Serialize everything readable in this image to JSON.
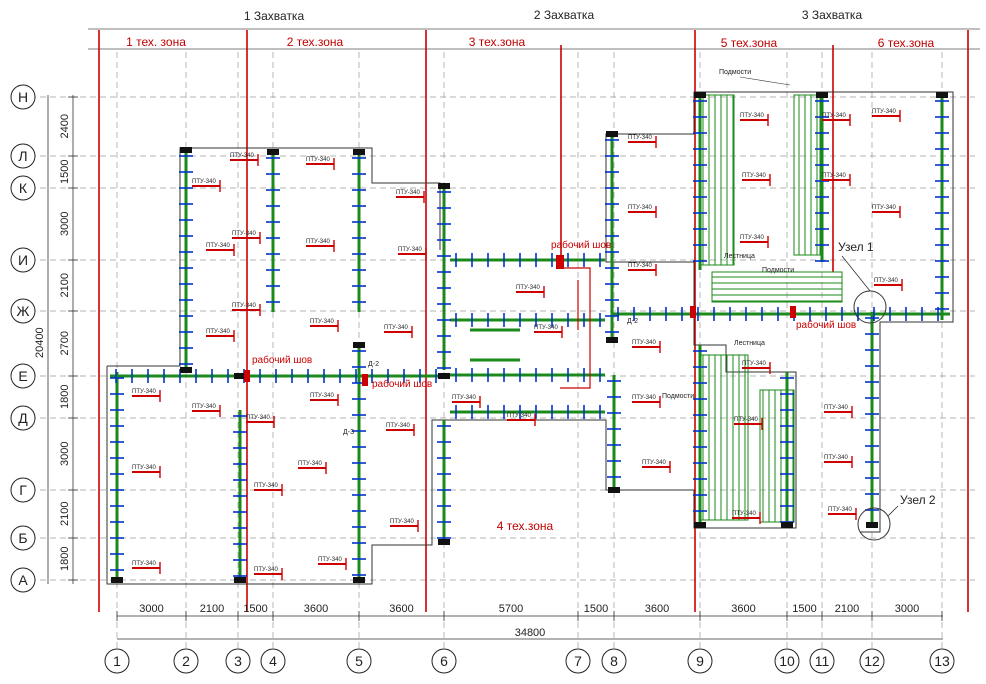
{
  "zakhvatki": [
    "1 Захватка",
    "2 Захватка",
    "3 Захватка"
  ],
  "tech_zones": [
    "1 тех. зона",
    "2 тех.зона",
    "3 тех.зона",
    "4 тех.зона",
    "5 тех.зона",
    "6 тех.зона"
  ],
  "row_axes": [
    "Н",
    "Л",
    "К",
    "И",
    "Ж",
    "Е",
    "Д",
    "Г",
    "Б",
    "А"
  ],
  "row_dims": [
    "2400",
    "1500",
    "3000",
    "2100",
    "2700",
    "1800",
    "3000",
    "2100",
    "1800"
  ],
  "total_height": "20400",
  "col_axes": [
    "1",
    "2",
    "3",
    "4",
    "5",
    "6",
    "7",
    "8",
    "9",
    "10",
    "11",
    "12",
    "13"
  ],
  "col_dims": [
    "3000",
    "2100",
    "1500",
    "3600",
    "3600",
    "5700",
    "1500",
    "3600",
    "3600",
    "1500",
    "2100",
    "3000"
  ],
  "total_width": "34800",
  "labels": {
    "ptu": "ПТУ-340",
    "working_seam": "рабочий шов",
    "node1": "Узел 1",
    "node2": "Узел 2",
    "scaffold": "Подмости",
    "stair": "Лестница",
    "d2": "Д-2",
    "d3": "Д-3"
  },
  "colors": {
    "axis_red": "#cc0000",
    "wall_green": "#1a8a1a",
    "tie_blue": "#0033cc",
    "grid_gray": "#9a9a9a",
    "text": "#222222"
  }
}
